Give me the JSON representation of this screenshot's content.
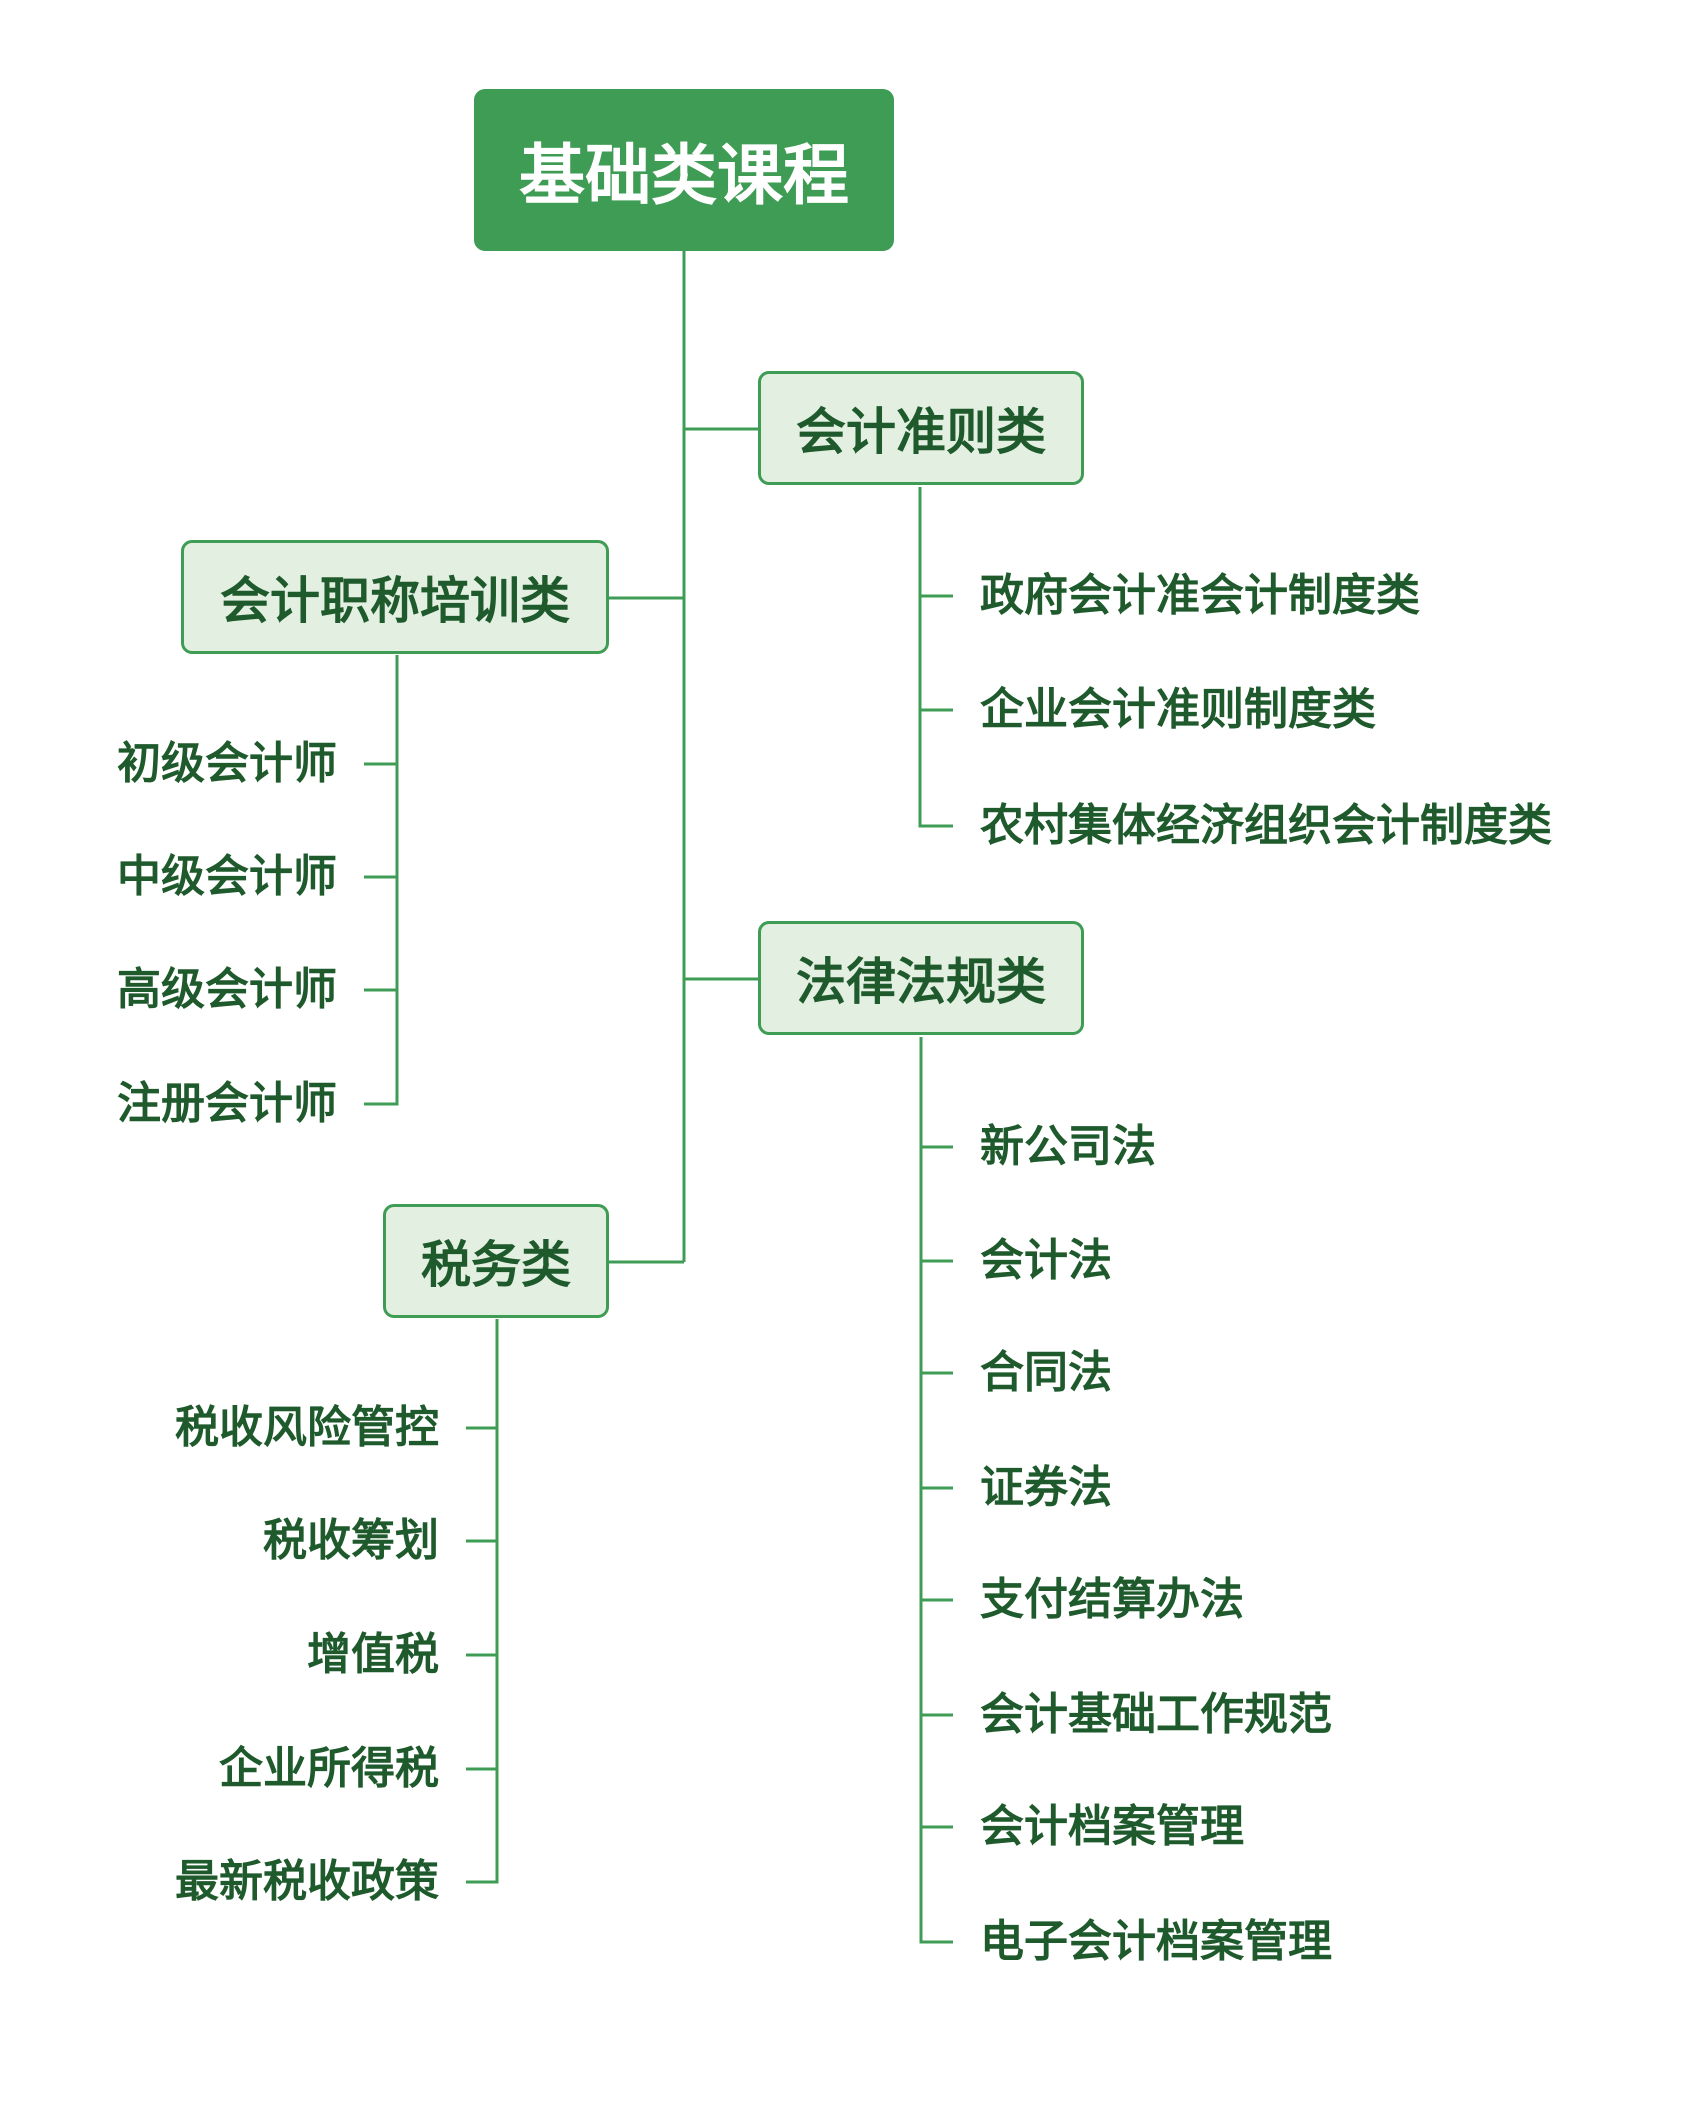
{
  "root": {
    "label": "基础类课程"
  },
  "branches": {
    "accounting_standards": {
      "label": "会计准则类",
      "items": [
        "政府会计准会计制度类",
        "企业会计准则制度类",
        "农村集体经济组织会计制度类"
      ]
    },
    "professional_titles": {
      "label": "会计职称培训类",
      "items": [
        "初级会计师",
        "中级会计师",
        "高级会计师",
        "注册会计师"
      ]
    },
    "laws": {
      "label": "法律法规类",
      "items": [
        "新公司法",
        "会计法",
        "合同法",
        "证券法",
        "支付结算办法",
        "会计基础工作规范",
        "会计档案管理",
        "电子会计档案管理"
      ]
    },
    "tax": {
      "label": "税务类",
      "items": [
        "税收风险管控",
        "税收筹划",
        "增值税",
        "企业所得税",
        "最新税收政策"
      ]
    }
  },
  "colors": {
    "accent": "#3e9c54",
    "node_fill": "#e3efe1",
    "text": "#1f5a2d"
  }
}
